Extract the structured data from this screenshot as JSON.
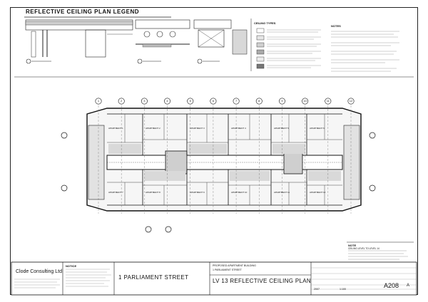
{
  "legend": {
    "title": "REFLECTIVE CEILING PLAN LEGEND",
    "ceiling_types_heading": "CEILING TYPES",
    "notes_heading": "NOTES"
  },
  "plan": {
    "grid_top": [
      "1",
      "2",
      "3",
      "4",
      "5",
      "6",
      "7",
      "8",
      "9",
      "10",
      "11",
      "12"
    ],
    "rooms_top": [
      "APARTMENT 1",
      "APARTMENT 2",
      "APARTMENT 3",
      "APARTMENT 4",
      "APARTMENT 5",
      "APARTMENT 6"
    ],
    "rooms_bottom": [
      "APARTMENT 7",
      "APARTMENT 8",
      "APARTMENT 9",
      "APARTMENT 10",
      "APARTMENT 11",
      "APARTMENT 12"
    ]
  },
  "title_block": {
    "company": "Clode Consulting Ltd",
    "notice_heading": "NOTICE",
    "project_name": "1 PARLIAMENT STREET",
    "project_desc": "PROPOSED APARTMENT BUILDING",
    "project_addr": "1 PARLIAMENT STREET",
    "drawing_title": "LV 13 REFLECTIVE CEILING PLAN",
    "sheet_number": "A208",
    "revision": "A",
    "date": "2007",
    "scale": "1:100"
  },
  "notes_right": {
    "heading": "NOTE",
    "line1": "CEILING LEVEL TO LEVEL 14"
  }
}
